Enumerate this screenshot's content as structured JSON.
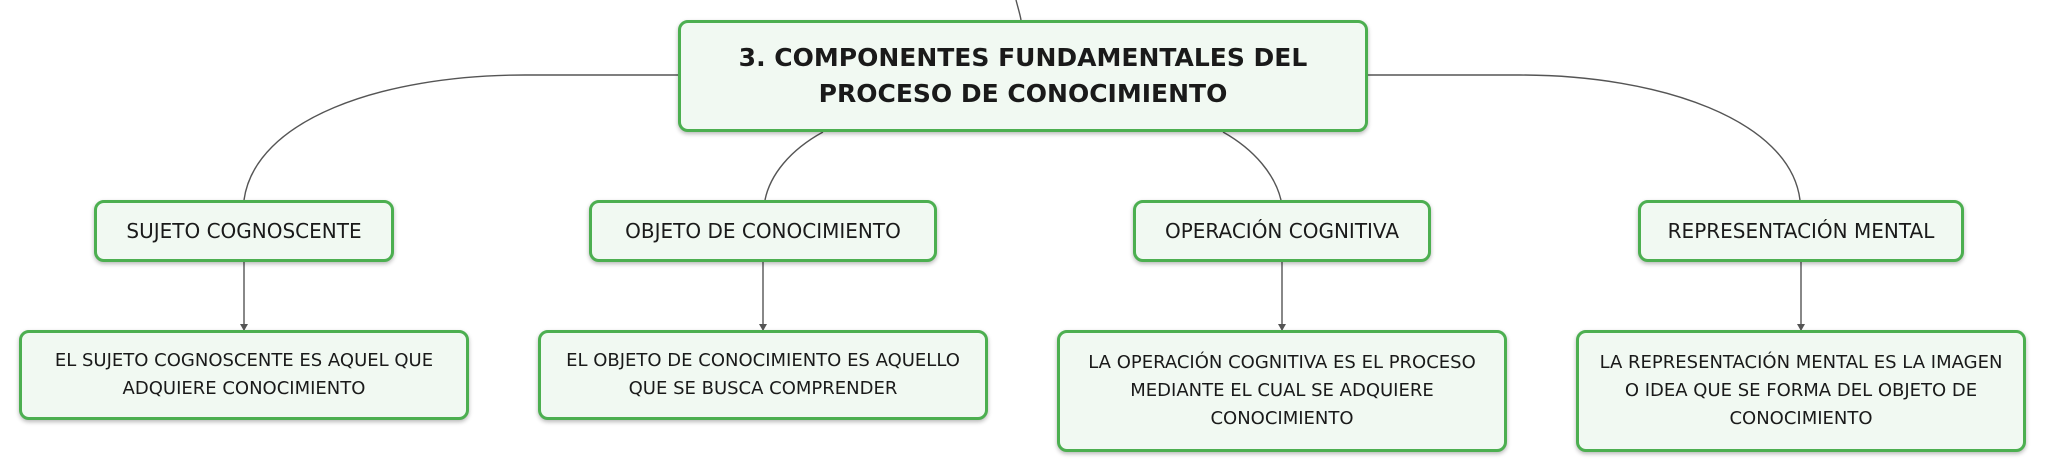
{
  "root": {
    "title": "3. COMPONENTES FUNDAMENTALES DEL PROCESO DE CONOCIMIENTO"
  },
  "components": [
    {
      "label": "SUJETO COGNOSCENTE",
      "description": "EL SUJETO COGNOSCENTE ES AQUEL QUE ADQUIERE CONOCIMIENTO"
    },
    {
      "label": "OBJETO DE CONOCIMIENTO",
      "description": "EL OBJETO DE CONOCIMIENTO ES AQUELLO QUE SE BUSCA COMPRENDER"
    },
    {
      "label": "OPERACIÓN COGNITIVA",
      "description": "LA OPERACIÓN COGNITIVA ES EL PROCESO MEDIANTE EL CUAL SE ADQUIERE CONOCIMIENTO"
    },
    {
      "label": "REPRESENTACIÓN MENTAL",
      "description": "LA REPRESENTACIÓN MENTAL ES LA IMAGEN O IDEA QUE SE FORMA DEL OBJETO DE CONOCIMIENTO"
    }
  ],
  "colors": {
    "node_border": "#4caf50",
    "node_fill": "#f1f9f2",
    "connector": "#555555",
    "text": "#1a1a1a"
  }
}
